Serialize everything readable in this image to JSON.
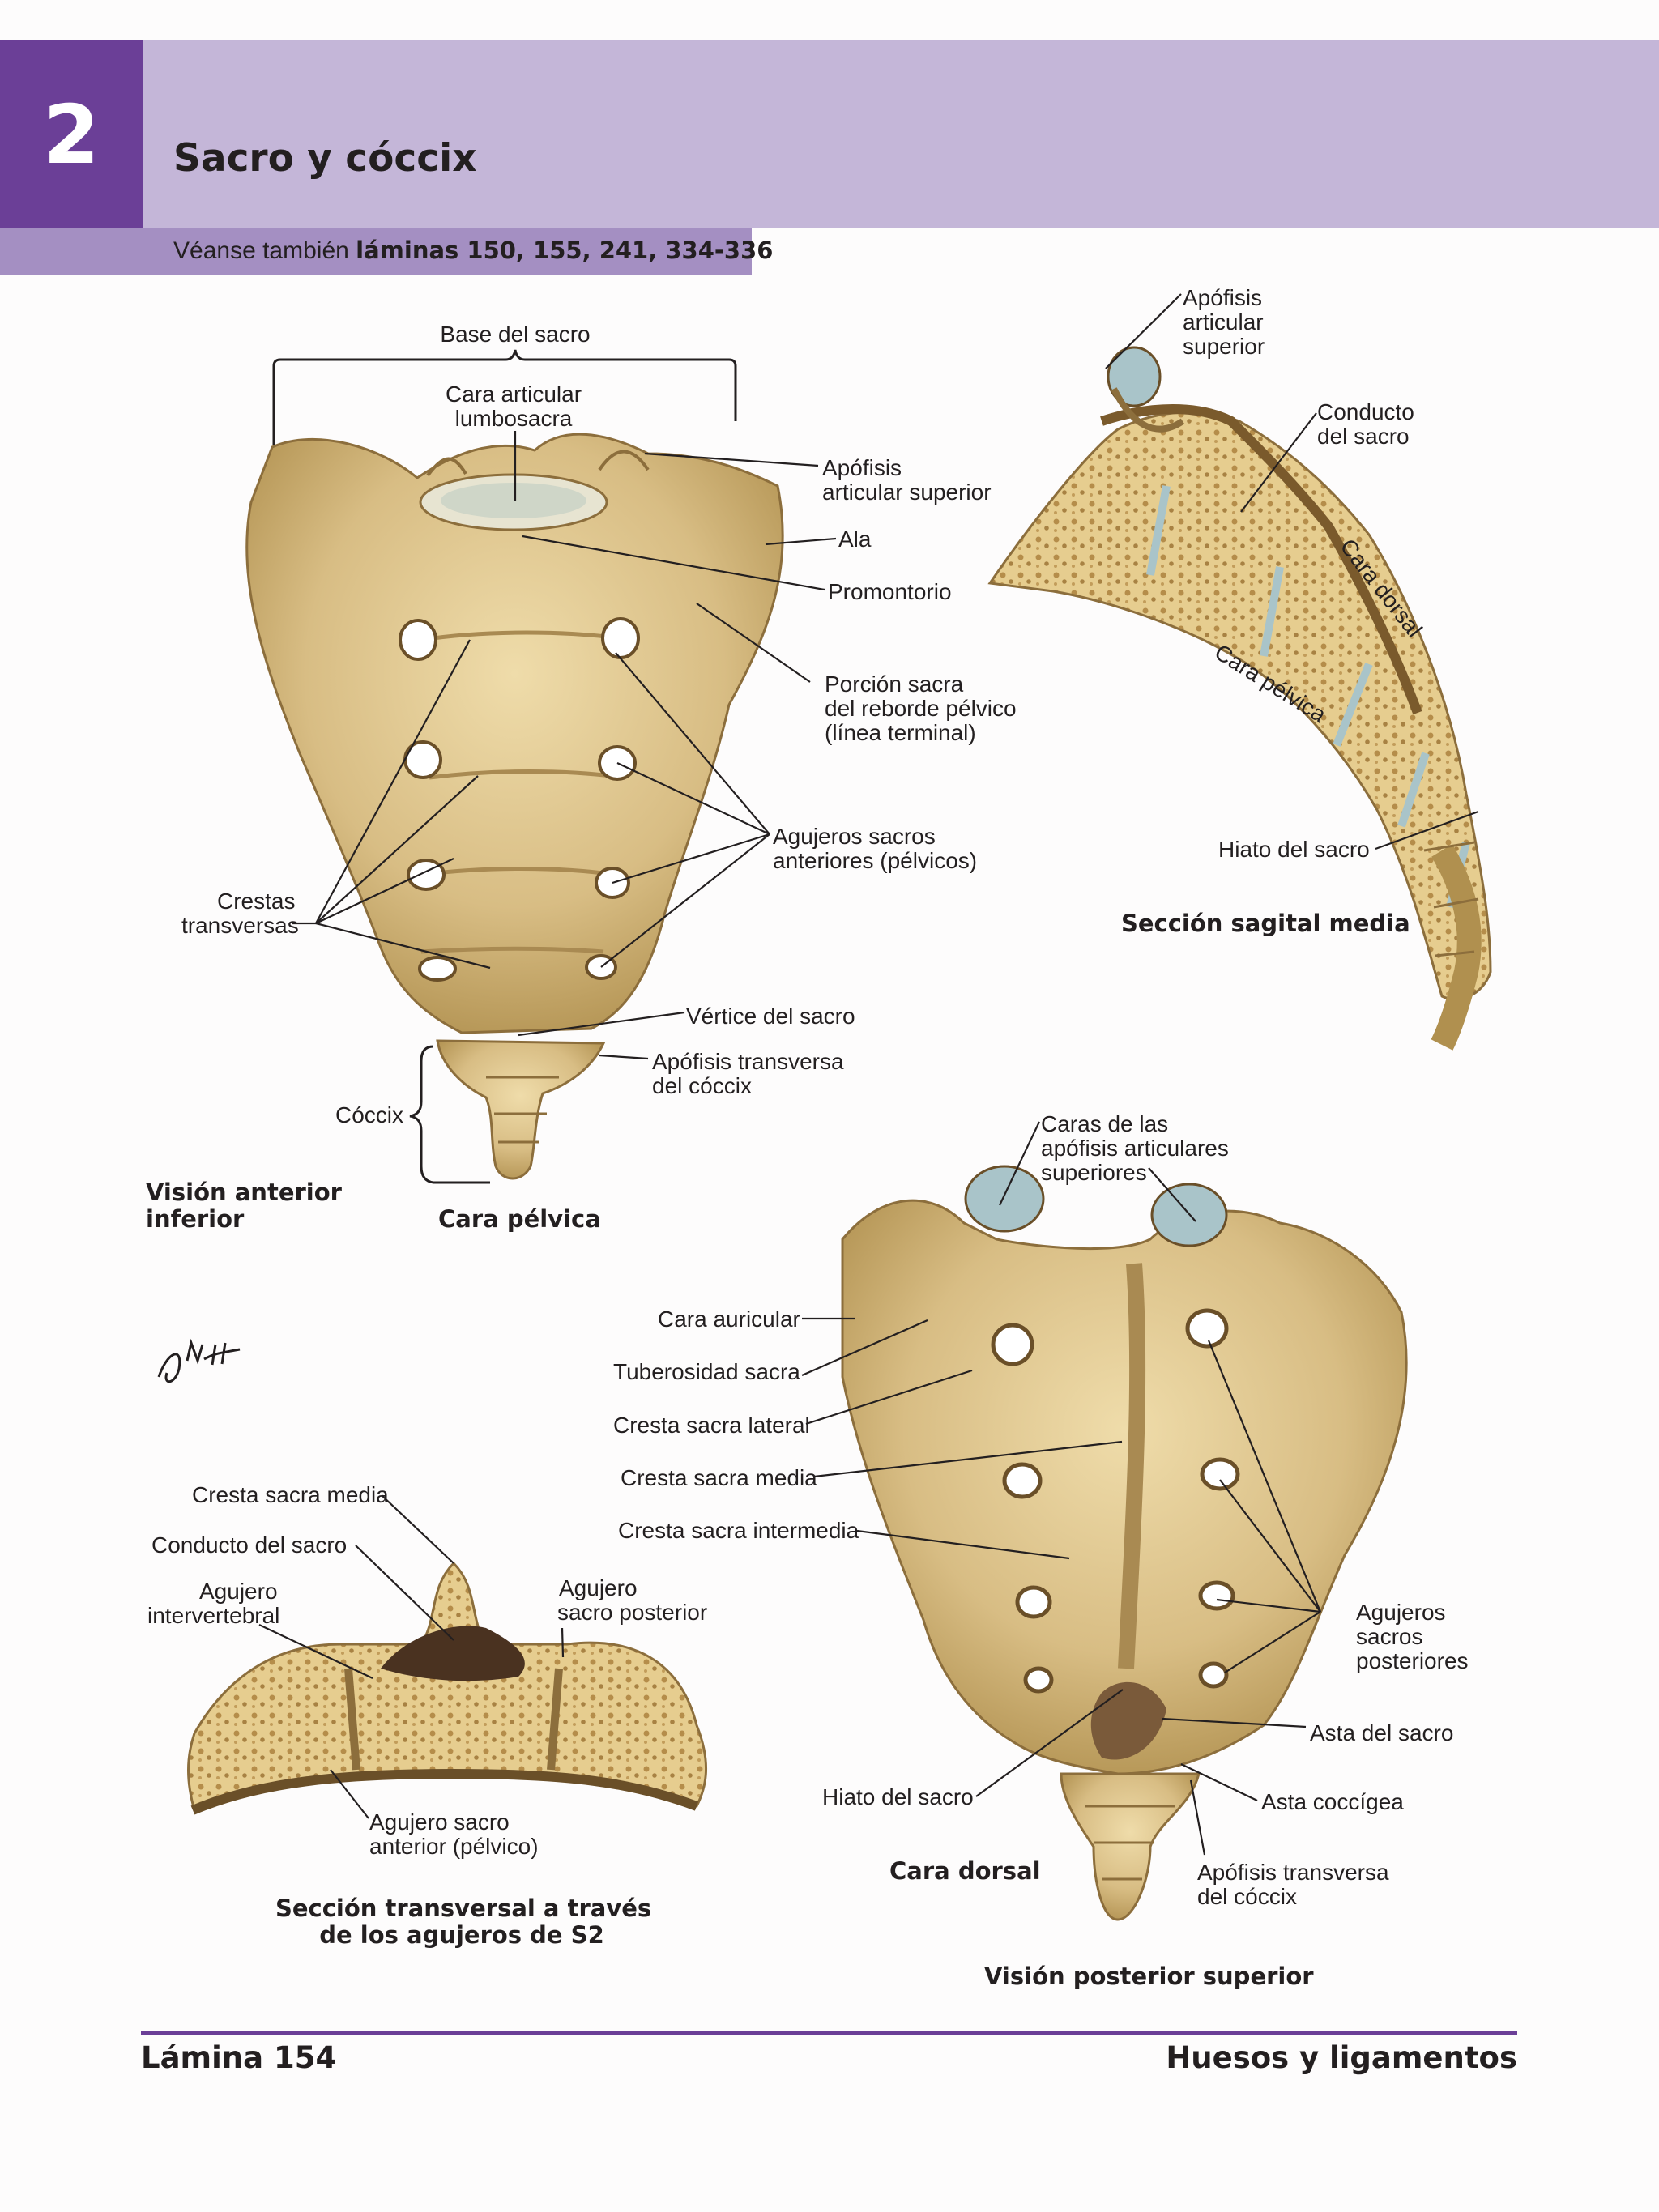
{
  "header": {
    "chapter_number": "2",
    "title": "Sacro y cóccix",
    "see_also_prefix": "Véanse también ",
    "see_also_bold": "láminas 150, 155, 241, 334-336"
  },
  "anterior_view": {
    "base_del_sacro": "Base del sacro",
    "cara_articular_1": "Cara articular",
    "cara_articular_2": "lumbosacra",
    "apofisis_1": "Apófisis",
    "apofisis_2": "articular superior",
    "ala": "Ala",
    "promontorio": "Promontorio",
    "porcion_1": "Porción sacra",
    "porcion_2": "del reborde pélvico",
    "porcion_3": "(línea terminal)",
    "agujeros_1": "Agujeros sacros",
    "agujeros_2": "anteriores (pélvicos)",
    "crestas_1": "Crestas",
    "crestas_2": "transversas",
    "vertice": "Vértice del sacro",
    "apofisis_transversa_1": "Apófisis transversa",
    "apofisis_transversa_2": "del cóccix",
    "coccix": "Cóccix",
    "caption_view_1": "Visión anterior",
    "caption_view_2": "inferior",
    "caption_face": "Cara pélvica"
  },
  "sagittal_view": {
    "apofisis_1": "Apófisis",
    "apofisis_2": "articular",
    "apofisis_3": "superior",
    "conducto_1": "Conducto",
    "conducto_2": "del sacro",
    "cara_dorsal": "Cara dorsal",
    "cara_pelvica": "Cara pélvica",
    "hiato": "Hiato del sacro",
    "caption": "Sección sagital media"
  },
  "posterior_view": {
    "caras_1": "Caras de las",
    "caras_2": "apófisis articulares",
    "caras_3": "superiores",
    "cara_auricular": "Cara auricular",
    "tuberosidad": "Tuberosidad sacra",
    "cresta_lateral": "Cresta sacra lateral",
    "cresta_media": "Cresta sacra media",
    "cresta_intermedia": "Cresta sacra intermedia",
    "agujeros_1": "Agujeros",
    "agujeros_2": "sacros",
    "agujeros_3": "posteriores",
    "asta_sacro": "Asta del sacro",
    "hiato": "Hiato del sacro",
    "asta_coccigea": "Asta coccígea",
    "apofisis_transversa_1": "Apófisis transversa",
    "apofisis_transversa_2": "del cóccix",
    "caption_face": "Cara dorsal",
    "caption_view": "Visión posterior superior"
  },
  "transverse_view": {
    "cresta_media": "Cresta sacra media",
    "conducto": "Conducto del sacro",
    "intervertebral_1": "Agujero",
    "intervertebral_2": "intervertebral",
    "posterior_1": "Agujero",
    "posterior_2": "sacro posterior",
    "anterior_1": "Agujero sacro",
    "anterior_2": "anterior (pélvico)",
    "caption_1": "Sección transversal a través",
    "caption_2": "de los agujeros de S2"
  },
  "footer": {
    "left": "Lámina 154",
    "right": "Huesos y ligamentos"
  },
  "colors": {
    "header_purple": "#6b3f97",
    "header_lilac": "#c4b6d8",
    "see_also_lilac": "#a48fc2",
    "bone": "#d9bf86",
    "bone_shadow": "#a98a52",
    "cartilage": "#a9c4c9"
  }
}
